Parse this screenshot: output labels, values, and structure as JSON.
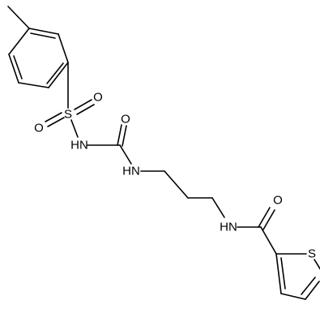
{
  "molecule": {
    "atom_labels": {
      "sulfonyl_s": "S",
      "sulfonyl_o_right": "O",
      "sulfonyl_o_left": "O",
      "sulfonamide_nh": "HN",
      "urea_o": "O",
      "urea_nh": "HN",
      "amide_nh": "HN",
      "amide_o": "O",
      "thiophene_s": "S"
    }
  }
}
